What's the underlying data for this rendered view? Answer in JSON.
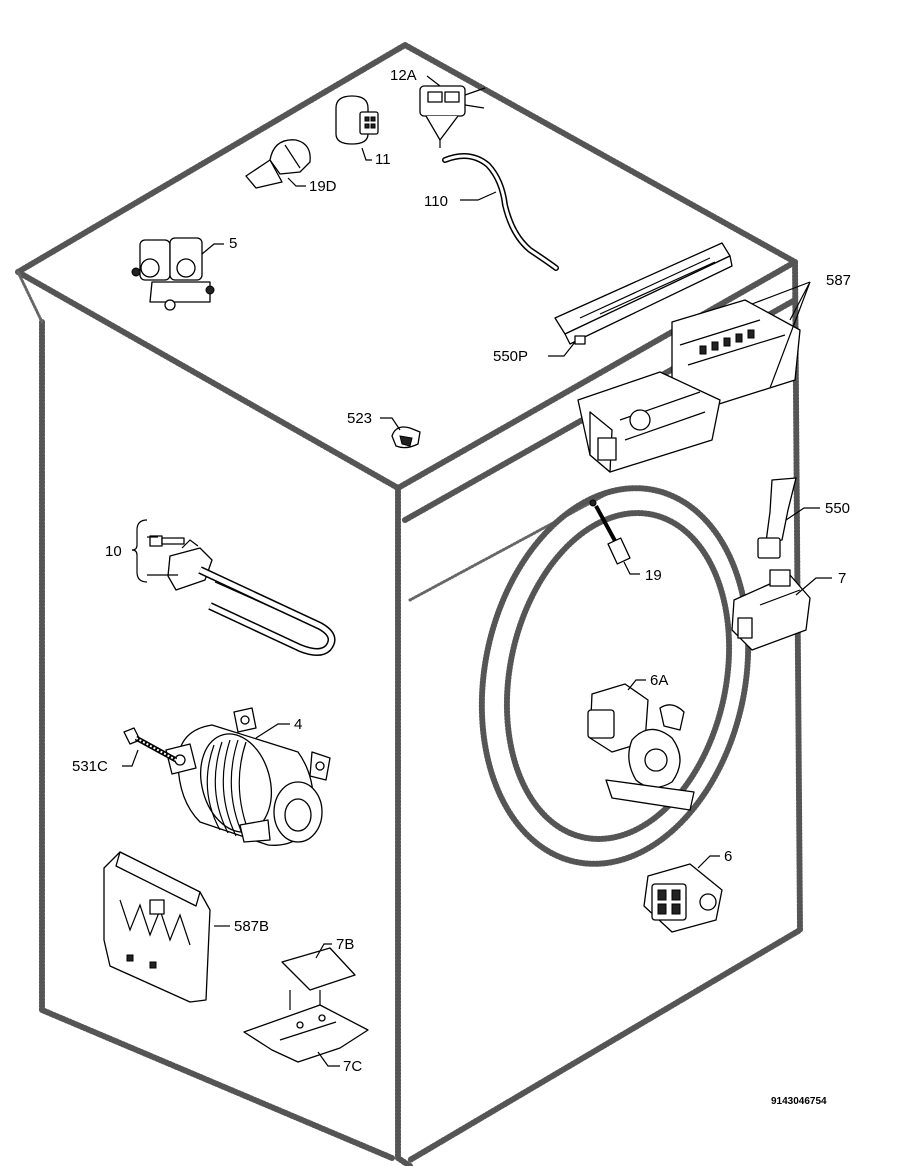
{
  "document_number": "9143046754",
  "callouts": {
    "c12A": "12A",
    "c11": "11",
    "c19D": "19D",
    "c110": "110",
    "c5": "5",
    "c587": "587",
    "c550P": "550P",
    "c523": "523",
    "c550": "550",
    "c10": "10",
    "c19": "19",
    "c7": "7",
    "c6A": "6A",
    "c4": "4",
    "c531C": "531C",
    "c6": "6",
    "c587B": "587B",
    "c7B": "7B",
    "c7C": "7C"
  }
}
